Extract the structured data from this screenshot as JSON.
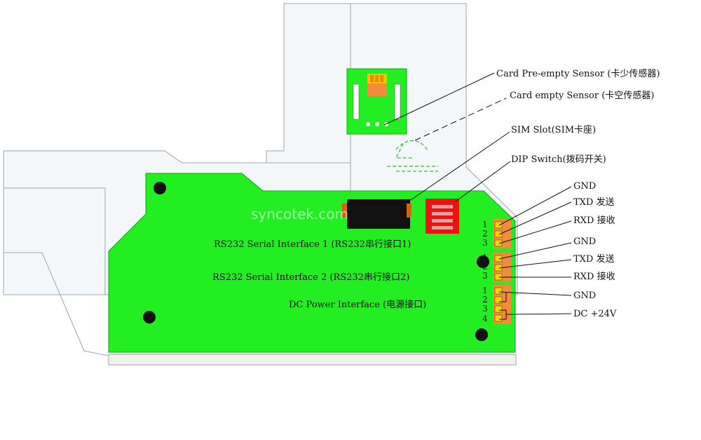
{
  "watermark": "syncotek.com",
  "labels": {
    "card_pre_empty_sensor": "Card Pre-empty Sensor (卡少传感器)",
    "card_empty_sensor": "Card empty Sensor (卡空传感器)",
    "sim_slot": "SIM Slot(SIM卡座)",
    "dip_switch": "DIP Switch(拨码开关)",
    "rs232_1": "RS232 Serial Interface 1 (RS232串行接口1)",
    "rs232_2": "RS232 Serial Interface 2 (RS232串行接口2)",
    "dc_power": "DC Power Interface (电源接口)"
  },
  "connectors": {
    "rs232_1": {
      "pins": [
        "1",
        "2",
        "3"
      ],
      "signals": [
        "GND",
        "TXD 发送",
        "RXD 接收"
      ]
    },
    "rs232_2": {
      "pins": [
        "1",
        "2",
        "3"
      ],
      "signals": [
        "GND",
        "TXD 发送",
        "RXD 接收"
      ]
    },
    "dc_power": {
      "pins": [
        "1",
        "2",
        "3",
        "4"
      ],
      "signals": [
        "GND",
        "DC +24V"
      ]
    }
  },
  "colors": {
    "pcb": "#22ee22",
    "connector": "#f08c3a",
    "dip_switch": "#ee1111",
    "sim_slot": "#111111",
    "housing": "#f4f7fa",
    "housing_stroke": "#9aa6b2"
  }
}
